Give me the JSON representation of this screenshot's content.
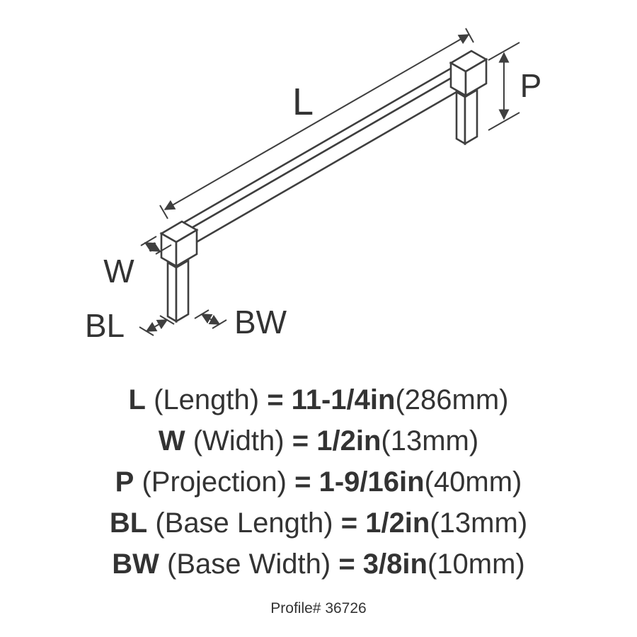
{
  "colors": {
    "ink": "#333333",
    "line": "#3f3f3f"
  },
  "diagram": {
    "dim_labels": {
      "L": "L",
      "P": "P",
      "W": "W",
      "BL": "BL",
      "BW": "BW"
    }
  },
  "specs": [
    {
      "abbr": "L",
      "name": "(Length)",
      "eq": "=",
      "value": "11-1/4in",
      "metric": "(286mm)"
    },
    {
      "abbr": "W",
      "name": "(Width)",
      "eq": "=",
      "value": "1/2in",
      "metric": "(13mm)"
    },
    {
      "abbr": "P",
      "name": "(Projection)",
      "eq": "=",
      "value": "1-9/16in",
      "metric": "(40mm)"
    },
    {
      "abbr": "BL",
      "name": "(Base Length)",
      "eq": "=",
      "value": "1/2in",
      "metric": "(13mm)"
    },
    {
      "abbr": "BW",
      "name": "(Base Width)",
      "eq": "=",
      "value": "3/8in",
      "metric": "(10mm)"
    }
  ],
  "footer": {
    "profile": "Profile# 36726"
  }
}
